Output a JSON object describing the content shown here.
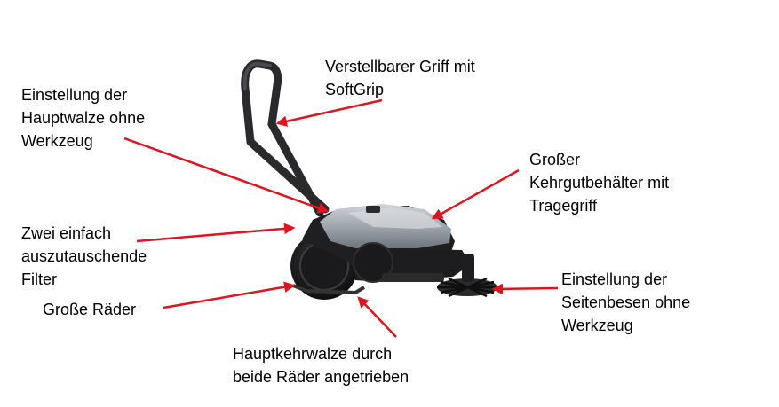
{
  "colors": {
    "arrow": "#e0141e",
    "body_gray": "#8e959c",
    "body_light": "#bfc5cb",
    "dark": "#1c1c1e",
    "text": "#000000"
  },
  "labels": {
    "handle": [
      "Verstellbarer Griff mit",
      "SoftGrip"
    ],
    "main_roller": [
      "Einstellung der",
      "Hauptwalze ohne",
      "Werkzeug"
    ],
    "container": [
      "Großer",
      "Kehrgutbehälter mit",
      "Tragegriff"
    ],
    "filters": [
      "Zwei einfach",
      "auszutauschende",
      "Filter"
    ],
    "wheels": [
      "Große Räder"
    ],
    "side_brush": [
      "Einstellung der",
      "Seitenbesen ohne",
      "Werkzeug"
    ],
    "drive": [
      "Hauptkehrwalze durch",
      "beide Räder angetrieben"
    ]
  }
}
